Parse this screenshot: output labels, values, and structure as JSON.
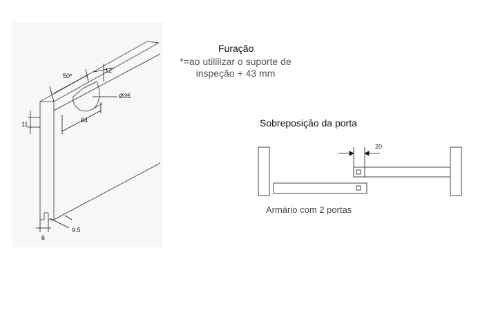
{
  "drilling": {
    "title": "Furação",
    "note_line1": "*=ao utililizar o suporte de",
    "note_line2": "inspeção + 43 mm",
    "dims": {
      "width_star": "50*",
      "offset_12": "12",
      "diameter": "Ø35",
      "depth_64": "64",
      "edge_11": "11",
      "bottom_6": "6",
      "bottom_9_5": "9.5"
    }
  },
  "overlay": {
    "title": "Sobreposição da porta",
    "dim_20": "20",
    "caption": "Armário com 2 portas"
  }
}
